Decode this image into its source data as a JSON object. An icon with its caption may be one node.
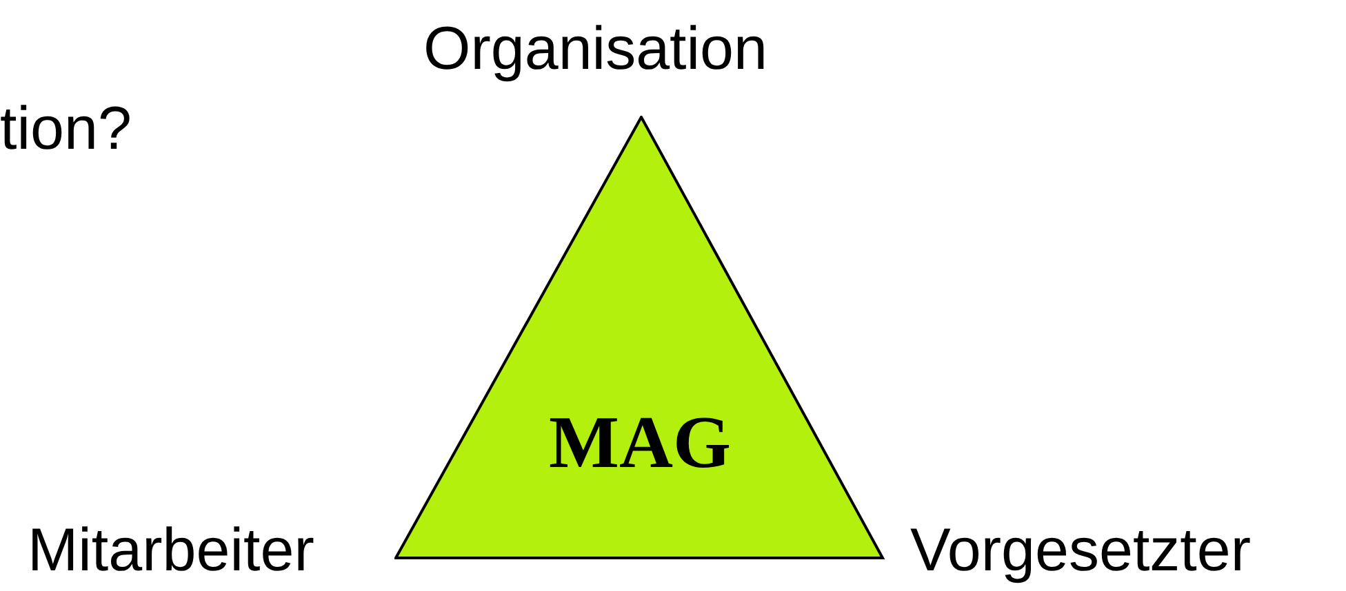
{
  "diagram": {
    "nodes": [
      {
        "text": [
          "MAG"
        ]
      }
    ],
    "labels": [
      "tion?",
      "Organisation",
      "Mitarbeiter",
      "Vorgesetzter"
    ]
  }
}
